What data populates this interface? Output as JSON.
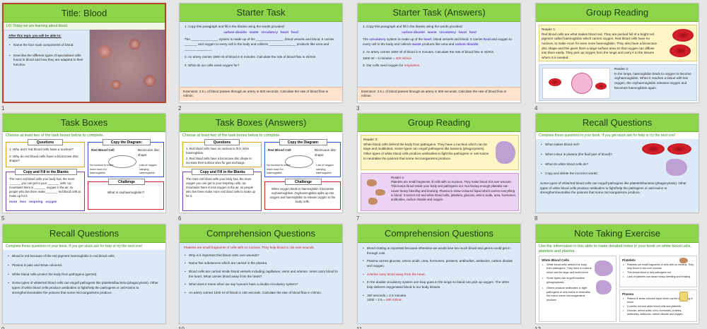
{
  "slides": {
    "s1": {
      "num": "1",
      "title": "Title: Blood",
      "lo": "LO: Today we are learning about blood.",
      "after": "After this topic you will be able to:",
      "b1": "Name the four main components of blood.",
      "b2": "Describe the different types of specialised cells found in blood and how they are adapted to their function."
    },
    "s2": {
      "num": "2",
      "title": "Starter Task",
      "q1": "1. Copy this paragraph and fill in the blanks using the words provided:",
      "words": [
        "carbon dioxide",
        "waste",
        "circulatory",
        "heart",
        "food"
      ],
      "para": "The _______________ system is made up of the _______________, blood vessels and blood. It carries _______ and oxygen to every cell in the body and collects _______________ products like urea and _______________.",
      "q2": "2. An artery carries 1500 ml of blood in 5 minutes. Calculate the rate of blood flow in ml/min.",
      "q3": "3. What do our cells need oxygen for?",
      "ext": "Extension: 2.5 L of blood passes through an artery in 600 seconds. Calculate the rate of blood flow in ml/min."
    },
    "s3": {
      "num": "3",
      "title": "Starter Task (Answers)",
      "q1": "1. Copy this paragraph and fill in the blanks using the words provided:",
      "words": [
        "carbon dioxide",
        "waste",
        "circulatory",
        "heart",
        "food"
      ],
      "p1": "The ",
      "a1": "circulatory",
      "p2": " system is made up of the ",
      "a2": "heart",
      "p3": ", blood vessels and blood. It carries ",
      "a3": "food",
      "p4": " and oxygen to every cell in the body and collects ",
      "a4": "waste",
      "p5": " products like urea and ",
      "a5": "carbon dioxide",
      "p6": ".",
      "q2": "2. An artery carries 1500 ml of blood in 5 minutes. Calculate the rate of blood flow in ml/min.",
      "calc": "1500 ml ÷ 5 minutes = ",
      "ans2": "300 ml/min",
      "q3": "3. Our cells need oxygen for ",
      "ans3": "respiration.",
      "ext": "Extension: 2.5 L of blood passes through an artery in 600 seconds. Calculate the rate of blood flow in ml/min."
    },
    "s4": {
      "num": "4",
      "title": "Group Reading",
      "r1": "Reader 1:",
      "t1": "Red blood cells are what makes blood red. They are packed full of a bright red pigment called haemoglobin which carries oxygen. Red blood cells have no nucleus, to make room for even more haemoglobin. They also have a biconcave disc shape and this gives them a large surface area so that oxygen can diffuse into them easily. They pick up oxygen from the lungs and carry it to the tissues where it is needed.",
      "r2": "Reader 2:",
      "t2": "In the lungs, haemoglobin binds to oxygen to become oxyhaemoglobin. When it reaches a tissue with low oxygen, the oxyhaemoglobin releases oxygen and becomes haemoglobin again."
    },
    "s5": {
      "num": "5",
      "title": "Task Boxes",
      "sub": "Choose at least two of the task boxes below to complete.",
      "qt": "Questions",
      "q1": "1. Why don't red blood cells have a nucleus?",
      "q2": "2. Why do red blood cells have a biconcave disc shape?",
      "dt": "Copy the Diagram:",
      "d_rbc": "Red Blood Cell",
      "d_a": "Biconcave disc shape",
      "d_b": "No nucleus to make more room for haemoglobin",
      "d_c": "Lots of oxygen carrying haemoglobin",
      "ct": "Copy and Fill in the Blanks",
      "ctext": "The more red blood cells your body has, the more _______ you can get to your _______ cells. Up mountains there is _______ oxygen in the air, so people who live there make _______ red blood cells to make up for it.",
      "cwords": [
        "more",
        "less",
        "respiring",
        "oxygen"
      ],
      "cht": "Challenge",
      "ch": "What is oxyhaemoglobin?"
    },
    "s6": {
      "num": "6",
      "title": "Task Boxes (Answers)",
      "sub": "Choose at least two of the task boxes below to complete.",
      "qt": "Questions",
      "q1": "1. Red blood cells have no nucleus to fit in more haemoglobin.",
      "q2": "2. Red blood cells have a biconcave disc shape to increase their surface area for gas exchange.",
      "dt": "Copy the Diagram:",
      "d_rbc": "Red Blood Cell",
      "d_a": "Biconcave disc shape",
      "d_b": "No nucleus to make more room for haemoglobin",
      "d_c": "Lots of oxygen carrying haemoglobin",
      "ct": "Copy and Fill in the Blanks",
      "ctext": "The more red blood cells your body has, the more oxygen you can get to your respiring cells. Up mountains there is less oxygen in the air, so people who live there make more red blood cells to make up for it.",
      "cht": "Challenge",
      "ch": "When oxygen binds to haemoglobin it becomes oxyhaemoglobin. Oxyhaemoglobin splits up into oxygen and haemoglobin to release oxygen to the body cells."
    },
    "s7": {
      "num": "7",
      "title": "Group Reading",
      "r3": "Reader 3:",
      "t3": "White blood cells defend the body from pathogens. They have a nucleus which can be large and multilobed. Some types can engulf pathogens like bacteria (phagocytosis). Other types of white blood cells produce antibodies to fight the pathogens or anti-toxins to neutralise the poisons that some microorganisms produce.",
      "r4": "Reader 4:",
      "t4": "Platelets are small fragments of cells with no nucleus. They make blood clot over wounds. This keeps blood inside your body and pathogens out. Not having enough platelets can cause heavy bleeding and bruising. Plasma is straw-coloured liquid which carries everything in blood. It carries red and white blood cells, platelets, glucose, amino acids, urea, hormones, antibodies, carbon dioxide and oxygen."
    },
    "s8": {
      "num": "8",
      "title": "Recall Questions",
      "sub": "Complete these questions in your book. If you get stuck ask for help or try the next one!",
      "q1": "What makes blood red?",
      "q2": "What colour is plasma (the fluid part of blood)?",
      "q3": "What do white blood cells do?",
      "q4": "Copy and delete the incorrect words:",
      "q5": "Some types of white/red blood cells can engulf pathogens like platelets/bacteria (phagocytosis). Other types of white blood cells produce antibodies to fight/help the pathogens or anti-toxins to strengthen/neutralise the poisons that some microorganisms produce."
    },
    "s9": {
      "num": "9",
      "title": "Recall Questions",
      "sub": "Complete these questions in your book. If you get stuck ask for help or try the next one!",
      "a1": "Blood is red because of the red pigment haemoglobin in red blood cells.",
      "a2": "Plasma is pale and straw coloured.",
      "a3": "White blood cells protect the body from pathogens (germs).",
      "a4": "Some types of white/red blood cells can engulf pathogens like platelets/bacteria (phagocytosis). Other types of white blood cells produce antibodies to fight/help the pathogens or anti-toxins to strengthen/neutralise the poisons that some microorganisms produce."
    },
    "s10": {
      "num": "10",
      "title": "Comprehension Questions",
      "lead": "Platelets are small fragments of cells with no nucleus. They help blood to clot over wounds.",
      "q1": "Why is it important that blood clots over wounds?",
      "q2": "Name five substances which are carried in the plasma.",
      "q3": "Blood cells are carried inside blood vessels including capillaries, veins and arteries. Veins carry blood to the heart. What carries blood away from the heart?",
      "q4": "What does it mean when we say humans have a double circulatory system?",
      "q5": "An artery carried 1200 ml of blood in 150 seconds. Calculate the rate of blood flow in ml/min."
    },
    "s11": {
      "num": "11",
      "title": "Comprehension Questions",
      "a1": "Blood clotting is important because otherwise we would lose too much blood and germs could get in through cuts.",
      "a2": "Plasma carries glucose, amino acids, urea, hormones, proteins, antibodies, antitoxins, carbon dioxide and oxygen.",
      "a3": "Arteries carry blood away from the heart.",
      "a4": "In the double circulatory system one loop goes to the lungs so blood can pick up oxygen. The other loop delivers oxygenated blood to our body tissues.",
      "c1": "150 seconds = 2.5 minutes",
      "c2": "1200 ÷ 2.5 = ",
      "c3": "480 ml/min"
    },
    "s12": {
      "num": "12",
      "title": "Note Taking Exercise",
      "sub": "Use the information in this slide to make detailed notes in your book on white blood cells, platelets and plasma.",
      "w1": "White Blood Cells",
      "w2": "White blood cells defend the body from pathogens. They have a nucleus which can be large and multi-lobed.",
      "w3": "Some types can engulf invaders (phagocytosis).",
      "w4": "Others produce antibodies to fight pathogens or anti-toxins to neutralise the toxins some microorganisms produce.",
      "p1": "Platelets",
      "p2": "Platelets are small fragments of cells with no nucleus. They help blood to clot over wounds.",
      "p3": "This keeps blood in and pathogens out.",
      "p4": "Lack of platelets can cause heavy bleeding and bruising.",
      "pl1": "Plasma",
      "pl2": "Plasma is straw coloured liquid which carries everything in blood.",
      "pl3": "It carries red and white blood cells and platelets.",
      "pl4": "Glucose, amino acids, urea, hormones, proteins, antibodies, antitoxins, carbon dioxide and oxygen."
    }
  }
}
